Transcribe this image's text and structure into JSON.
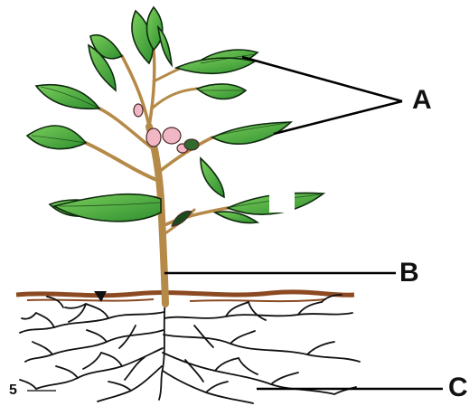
{
  "labels": {
    "a": "A",
    "b": "B",
    "c": "C",
    "figure_number": "5"
  },
  "colors": {
    "leaf": "#3aa335",
    "leaf_light": "#7bcf5c",
    "leaf_outline": "#0e2a0e",
    "stem": "#b58a48",
    "soil": "#8b4a22",
    "root": "#111111",
    "flower": "#f2b7c4",
    "line": "#000000"
  },
  "icons": [
    "plant-illustration",
    "flower-bud-icon",
    "root-system"
  ]
}
